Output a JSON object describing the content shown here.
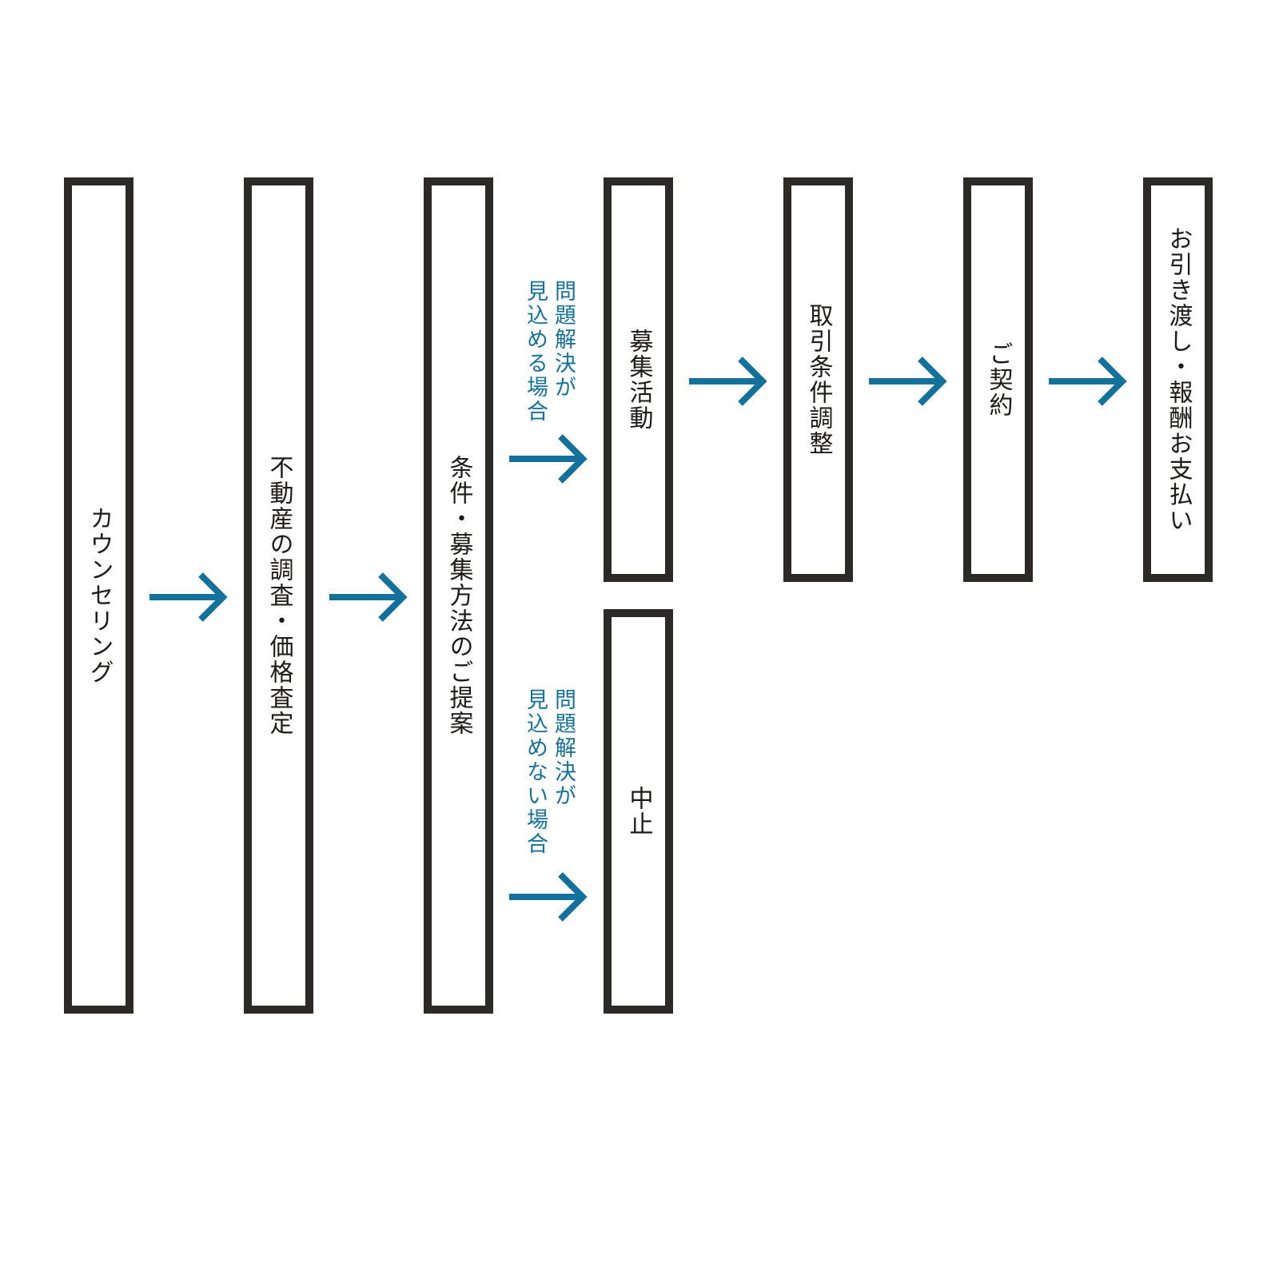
{
  "colors": {
    "background": "#ffffff",
    "box_border": "#2b2a26",
    "box_text": "#1c1b19",
    "arrow": "#14719c",
    "branch_label_text": "#14719c"
  },
  "diagram": {
    "steps": [
      {
        "id": "counseling",
        "label": "カウンセリング"
      },
      {
        "id": "research",
        "label": "不動産の調査・価格査定"
      },
      {
        "id": "proposal",
        "label": "条件・募集方法のご提案"
      },
      {
        "id": "recruiting",
        "label": "募集活動"
      },
      {
        "id": "cancel",
        "label": "中止"
      },
      {
        "id": "negotiation",
        "label": "取引条件調整"
      },
      {
        "id": "contract",
        "label": "ご契約"
      },
      {
        "id": "handover",
        "label": "お引き渡し・報酬お支払い"
      }
    ],
    "branch_labels": [
      {
        "id": "solvable",
        "text": "問題解決が\n見込める場合"
      },
      {
        "id": "unsolvable",
        "text": "問題解決が\n見込めない場合"
      }
    ]
  }
}
